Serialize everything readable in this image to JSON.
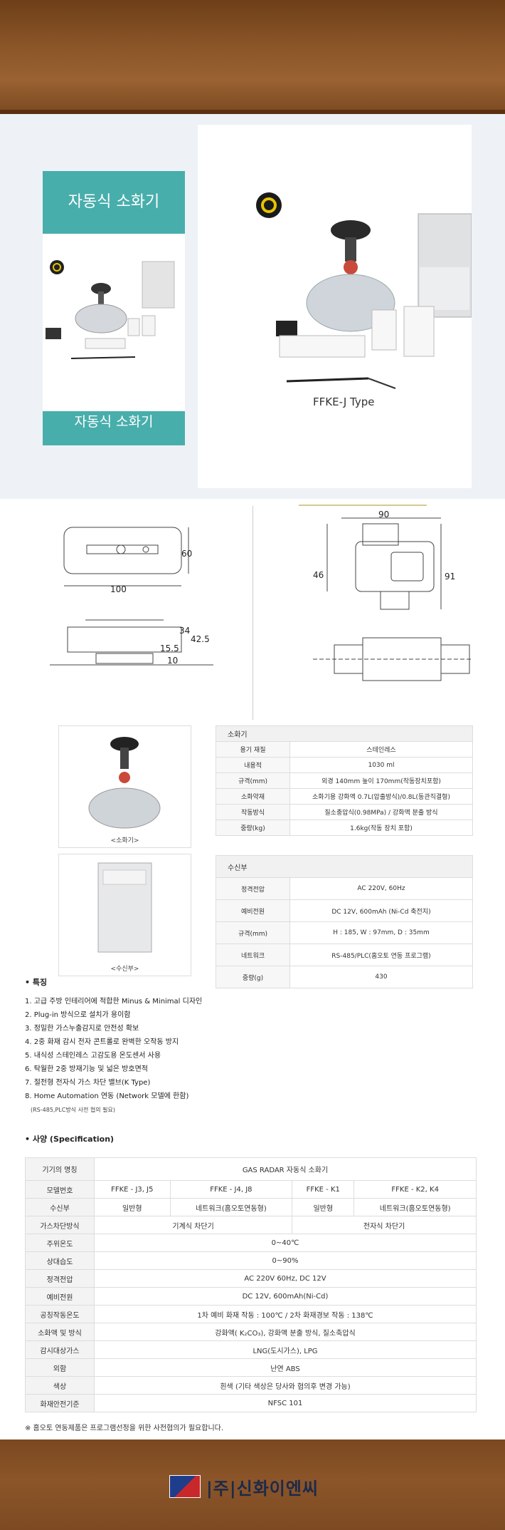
{
  "hero": {
    "side_title": "자동식 소화기",
    "side_footer": "자동식 소화기",
    "type_label": "FFKE-J Type"
  },
  "drawing": {
    "dims": [
      "60",
      "100",
      "34",
      "42.5",
      "15.5",
      "10",
      "90",
      "46",
      "91"
    ]
  },
  "extinguisher_photo_caption": "<소화기>",
  "receiver_photo_caption": "<수신부>",
  "extinguisher_table": {
    "section": "소화기",
    "rows": [
      {
        "label": "용기 재질",
        "value": "스테인레스"
      },
      {
        "label": "내용적",
        "value": "1030 ml"
      },
      {
        "label": "규격(mm)",
        "value": "외경 140mm 높이 170mm(작동장치포함)"
      },
      {
        "label": "소화약재",
        "value": "소화기용 강화액 0.7L(압출방식)/0.8L(동관직결형)"
      },
      {
        "label": "작동방식",
        "value": "질소충압식(0.98MPa) / 강화액 분출 방식"
      },
      {
        "label": "중량(kg)",
        "value": "1.6kg(작동 장치 포함)"
      }
    ]
  },
  "receiver_table": {
    "section": "수신부",
    "rows": [
      {
        "label": "정격전압",
        "value": "AC 220V, 60Hz"
      },
      {
        "label": "예비전원",
        "value": "DC 12V, 600mAh (Ni-Cd 축전지)"
      },
      {
        "label": "규격(mm)",
        "value": "H : 185, W : 97mm, D : 35mm"
      },
      {
        "label": "네트워크",
        "value": "RS-485/PLC(홈오토 연동 프로그램)"
      },
      {
        "label": "중량(g)",
        "value": "430"
      }
    ]
  },
  "features": {
    "title": "• 특징",
    "items": [
      "1. 고급 주방 인테리어에 적합한 Minus & Minimal 디자인",
      "2. Plug-in 방식으로 설치가 용이함",
      "3. 정밀한 가스누출감지로 안전성 확보",
      "4. 2중 화재 감시 전자 콘트롤로 완벽한 오작동 방지",
      "5. 내식성 스테인레스 고감도용 온도센서 사용",
      "6. 탁월한 2중 방재기능 및 넓은 방호면적",
      "7. 절전형 전자식 가스 차단 밸브(K Type)",
      "8. Home Automation 연동 (Network 모델에 한함)"
    ],
    "note": "(RS-485,PLC방식 사전 협의 필요)"
  },
  "spec": {
    "title": "• 사양 (Specification)",
    "name_label": "기기의 명칭",
    "name_value": "GAS RADAR 자동식 소화기",
    "model_label": "모델번호",
    "models": [
      "FFKE - J3, J5",
      "FFKE - J4, J8",
      "FFKE - K1",
      "FFKE - K2, K4"
    ],
    "receiver_label": "수신부",
    "receivers": [
      "일반형",
      "네트워크(홈오토연동형)",
      "일반형",
      "네트워크(홈오토연동형)"
    ],
    "cutoff_label": "가스차단방식",
    "cutoffs": [
      "기계식 차단기",
      "전자식 차단기"
    ],
    "rows": [
      {
        "label": "주위온도",
        "value": "0~40℃"
      },
      {
        "label": "상대습도",
        "value": "0~90%"
      },
      {
        "label": "정격전압",
        "value": "AC 220V 60Hz, DC 12V"
      },
      {
        "label": "예비전원",
        "value": "DC 12V, 600mAh(Ni-Cd)"
      },
      {
        "label": "공칭작동온도",
        "value": "1차 예비 화재 작동 : 100℃ / 2차 화재경보 작동 : 138℃"
      },
      {
        "label": "소화액 및 방식",
        "value": "강화액( K₂CO₃), 강화액 분출 방식, 질소축압식"
      },
      {
        "label": "감시대상가스",
        "value": "LNG(도시가스), LPG"
      },
      {
        "label": "외함",
        "value": "난연 ABS"
      },
      {
        "label": "색상",
        "value": "흰색 (기타 색상은 당사와 협의후 변경 가능)"
      },
      {
        "label": "화재안전기준",
        "value": "NFSC 101"
      }
    ],
    "footnote": "※ 홈오토 연동제품은 프로그램선정을 위한 사전협의가 필요합니다."
  },
  "footer": {
    "company": "|주|신화이엔씨"
  }
}
